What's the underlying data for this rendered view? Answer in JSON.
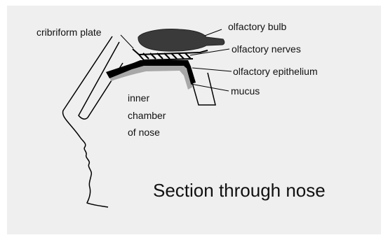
{
  "labels": {
    "cribriform_plate": "cribriform plate",
    "olfactory_bulb": "olfactory bulb",
    "olfactory_nerves": "olfactory nerves",
    "olfactory_epithelium": "olfactory epithelium",
    "mucus": "mucus",
    "inner_chamber": [
      "inner",
      "chamber",
      "of nose"
    ]
  },
  "caption": "Section through nose",
  "colors": {
    "background": "#efefef",
    "outline": "#000000",
    "bulb": "#3a3a3a",
    "mucus": "#a8a8a8"
  }
}
